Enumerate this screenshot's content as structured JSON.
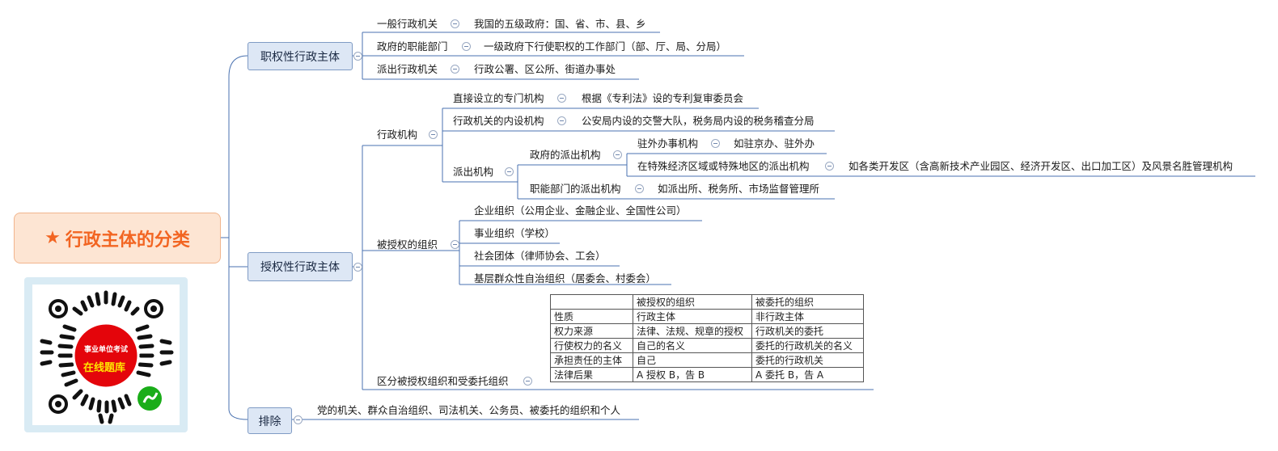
{
  "root": {
    "title": "行政主体的分类",
    "star_icon": "★"
  },
  "qr": {
    "line1": "事业单位考试",
    "line2": "在线题库"
  },
  "branches": {
    "b1": "职权性行政主体",
    "b2": "授权性行政主体",
    "b3": "排除"
  },
  "b1": {
    "n1": {
      "label": "一般行政机关",
      "detail": "我国的五级政府：国、省、市、县、乡"
    },
    "n2": {
      "label": "政府的职能部门",
      "detail": "一级政府下行使职权的工作部门（部、厅、局、分局）"
    },
    "n3": {
      "label": "派出行政机关",
      "detail": "行政公署、区公所、街道办事处"
    }
  },
  "b2": {
    "admin": {
      "label": "行政机构",
      "c1": {
        "label": "直接设立的专门机构",
        "detail": "根据《专利法》设的专利复审委员会"
      },
      "c2": {
        "label": "行政机关的内设机构",
        "detail": "公安局内设的交警大队，税务局内设的税务稽查分局"
      },
      "c3": {
        "label": "派出机构",
        "g1": {
          "label": "政府的派出机构",
          "h1": {
            "label": "驻外办事机构",
            "detail": "如驻京办、驻外办"
          },
          "h2": {
            "label": "在特殊经济区域或特殊地区的派出机构",
            "detail": "如各类开发区（含高新技术产业园区、经济开发区、出口加工区）及风景名胜管理机构"
          }
        },
        "g2": {
          "label": "职能部门的派出机构",
          "detail": "如派出所、税务所、市场监督管理所"
        }
      }
    },
    "auth": {
      "label": "被授权的组织",
      "items": [
        "企业组织（公用企业、金融企业、全国性公司）",
        "事业组织（学校）",
        "社会团体（律师协会、工会）",
        "基层群众性自治组织（居委会、村委会）"
      ]
    },
    "compare": {
      "label": "区分被授权组织和受委托组织",
      "header": [
        "",
        "被授权的组织",
        "被委托的组织"
      ],
      "rows": [
        [
          "性质",
          "行政主体",
          "非行政主体"
        ],
        [
          "权力来源",
          "法律、法规、规章的授权",
          "行政机关的委托"
        ],
        [
          "行使权力的名义",
          "自己的名义",
          "委托的行政机关的名义"
        ],
        [
          "承担责任的主体",
          "自己",
          "委托的行政机关"
        ],
        [
          "法律后果",
          "A 授权 B，告 B",
          "A 委托 B，告 A"
        ]
      ]
    }
  },
  "b3": {
    "detail": "党的机关、群众自治组织、司法机关、公务员、被委托的组织和个人"
  },
  "colors": {
    "line": "#4a72b0",
    "root_text": "#f26522",
    "box_fill": "#dde7f5"
  }
}
